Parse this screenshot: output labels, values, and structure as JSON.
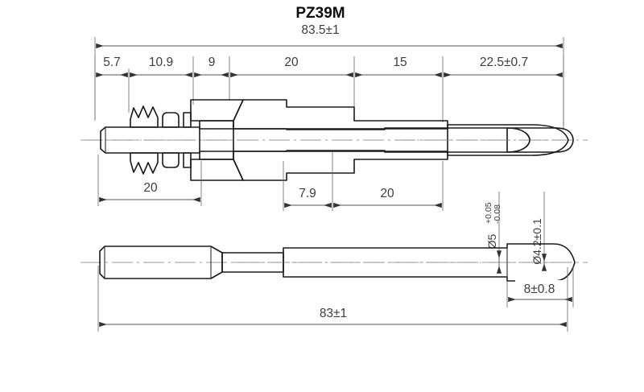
{
  "drawing": {
    "title": "PZ39M",
    "type": "engineering-part-drawing",
    "views": [
      {
        "name": "sectioned-assembly-view",
        "label": ""
      },
      {
        "name": "outline-profile-view",
        "label": ""
      }
    ],
    "dimensions": {
      "overall_top": "83.5±1",
      "overall_bottom": "83±1",
      "chain_top": [
        {
          "name": "dim-5-7",
          "value": "5.7"
        },
        {
          "name": "dim-10-9",
          "value": "10.9"
        },
        {
          "name": "dim-9",
          "value": "9"
        },
        {
          "name": "dim-20-a",
          "value": "20"
        },
        {
          "name": "dim-15",
          "value": "15"
        },
        {
          "name": "dim-22-5",
          "value": "22.5±0.7"
        }
      ],
      "lower_left": {
        "name": "dim-20-left",
        "value": "20"
      },
      "lower_mid": [
        {
          "name": "dim-7-9",
          "value": "7.9"
        },
        {
          "name": "dim-20-b",
          "value": "20"
        }
      ],
      "tip_length": {
        "name": "dim-8",
        "value": "8±0.8"
      },
      "diameters": [
        {
          "name": "dia-5",
          "base": "Ø5",
          "tol_upper": "+0.05",
          "tol_lower": "-0.08",
          "display": "Ø5 +0.05 / -0.08"
        },
        {
          "name": "dia-4-2",
          "base": "Ø4.2±0.1",
          "display": "Ø4.2±0.1"
        }
      ]
    },
    "colors": {
      "line": "#1a1a1a",
      "dimension": "#555555",
      "hatch": "#333333",
      "background": "#ffffff",
      "text": "#3d3d3d",
      "title": "#0d0d0d"
    }
  }
}
